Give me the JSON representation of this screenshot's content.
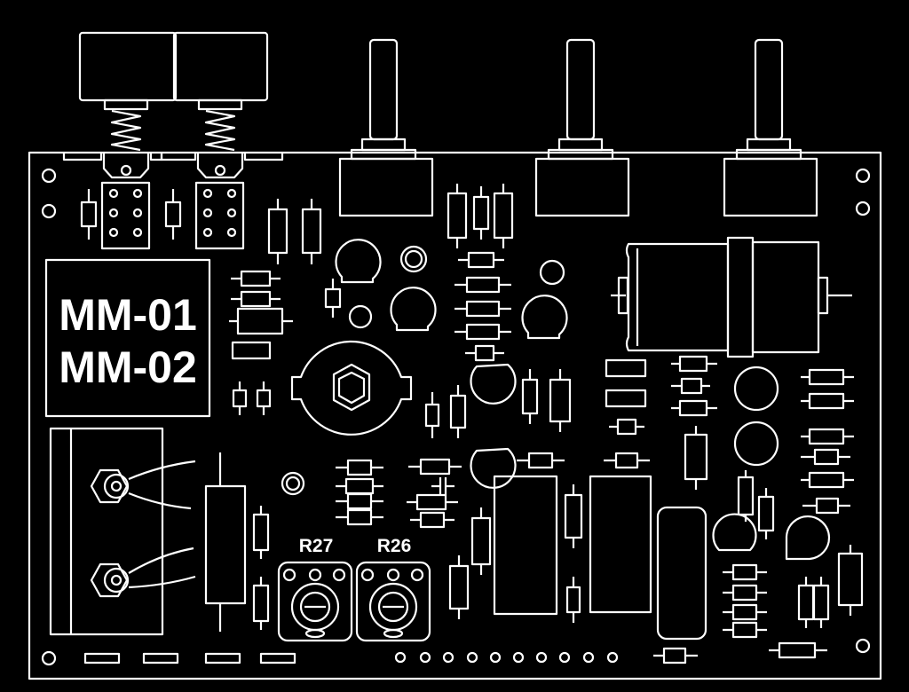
{
  "board": {
    "model_line_1": "MM-01",
    "model_line_2": "MM-02",
    "trimmer_left_label": "R27",
    "trimmer_right_label": "R26"
  },
  "colors": {
    "background": "#000000",
    "stroke": "#ffffff"
  },
  "icons": [
    "push-switch-icon",
    "potentiometer-icon",
    "resistor-icon",
    "capacitor-icon",
    "transistor-icon",
    "trimmer-icon",
    "jack-icon"
  ]
}
